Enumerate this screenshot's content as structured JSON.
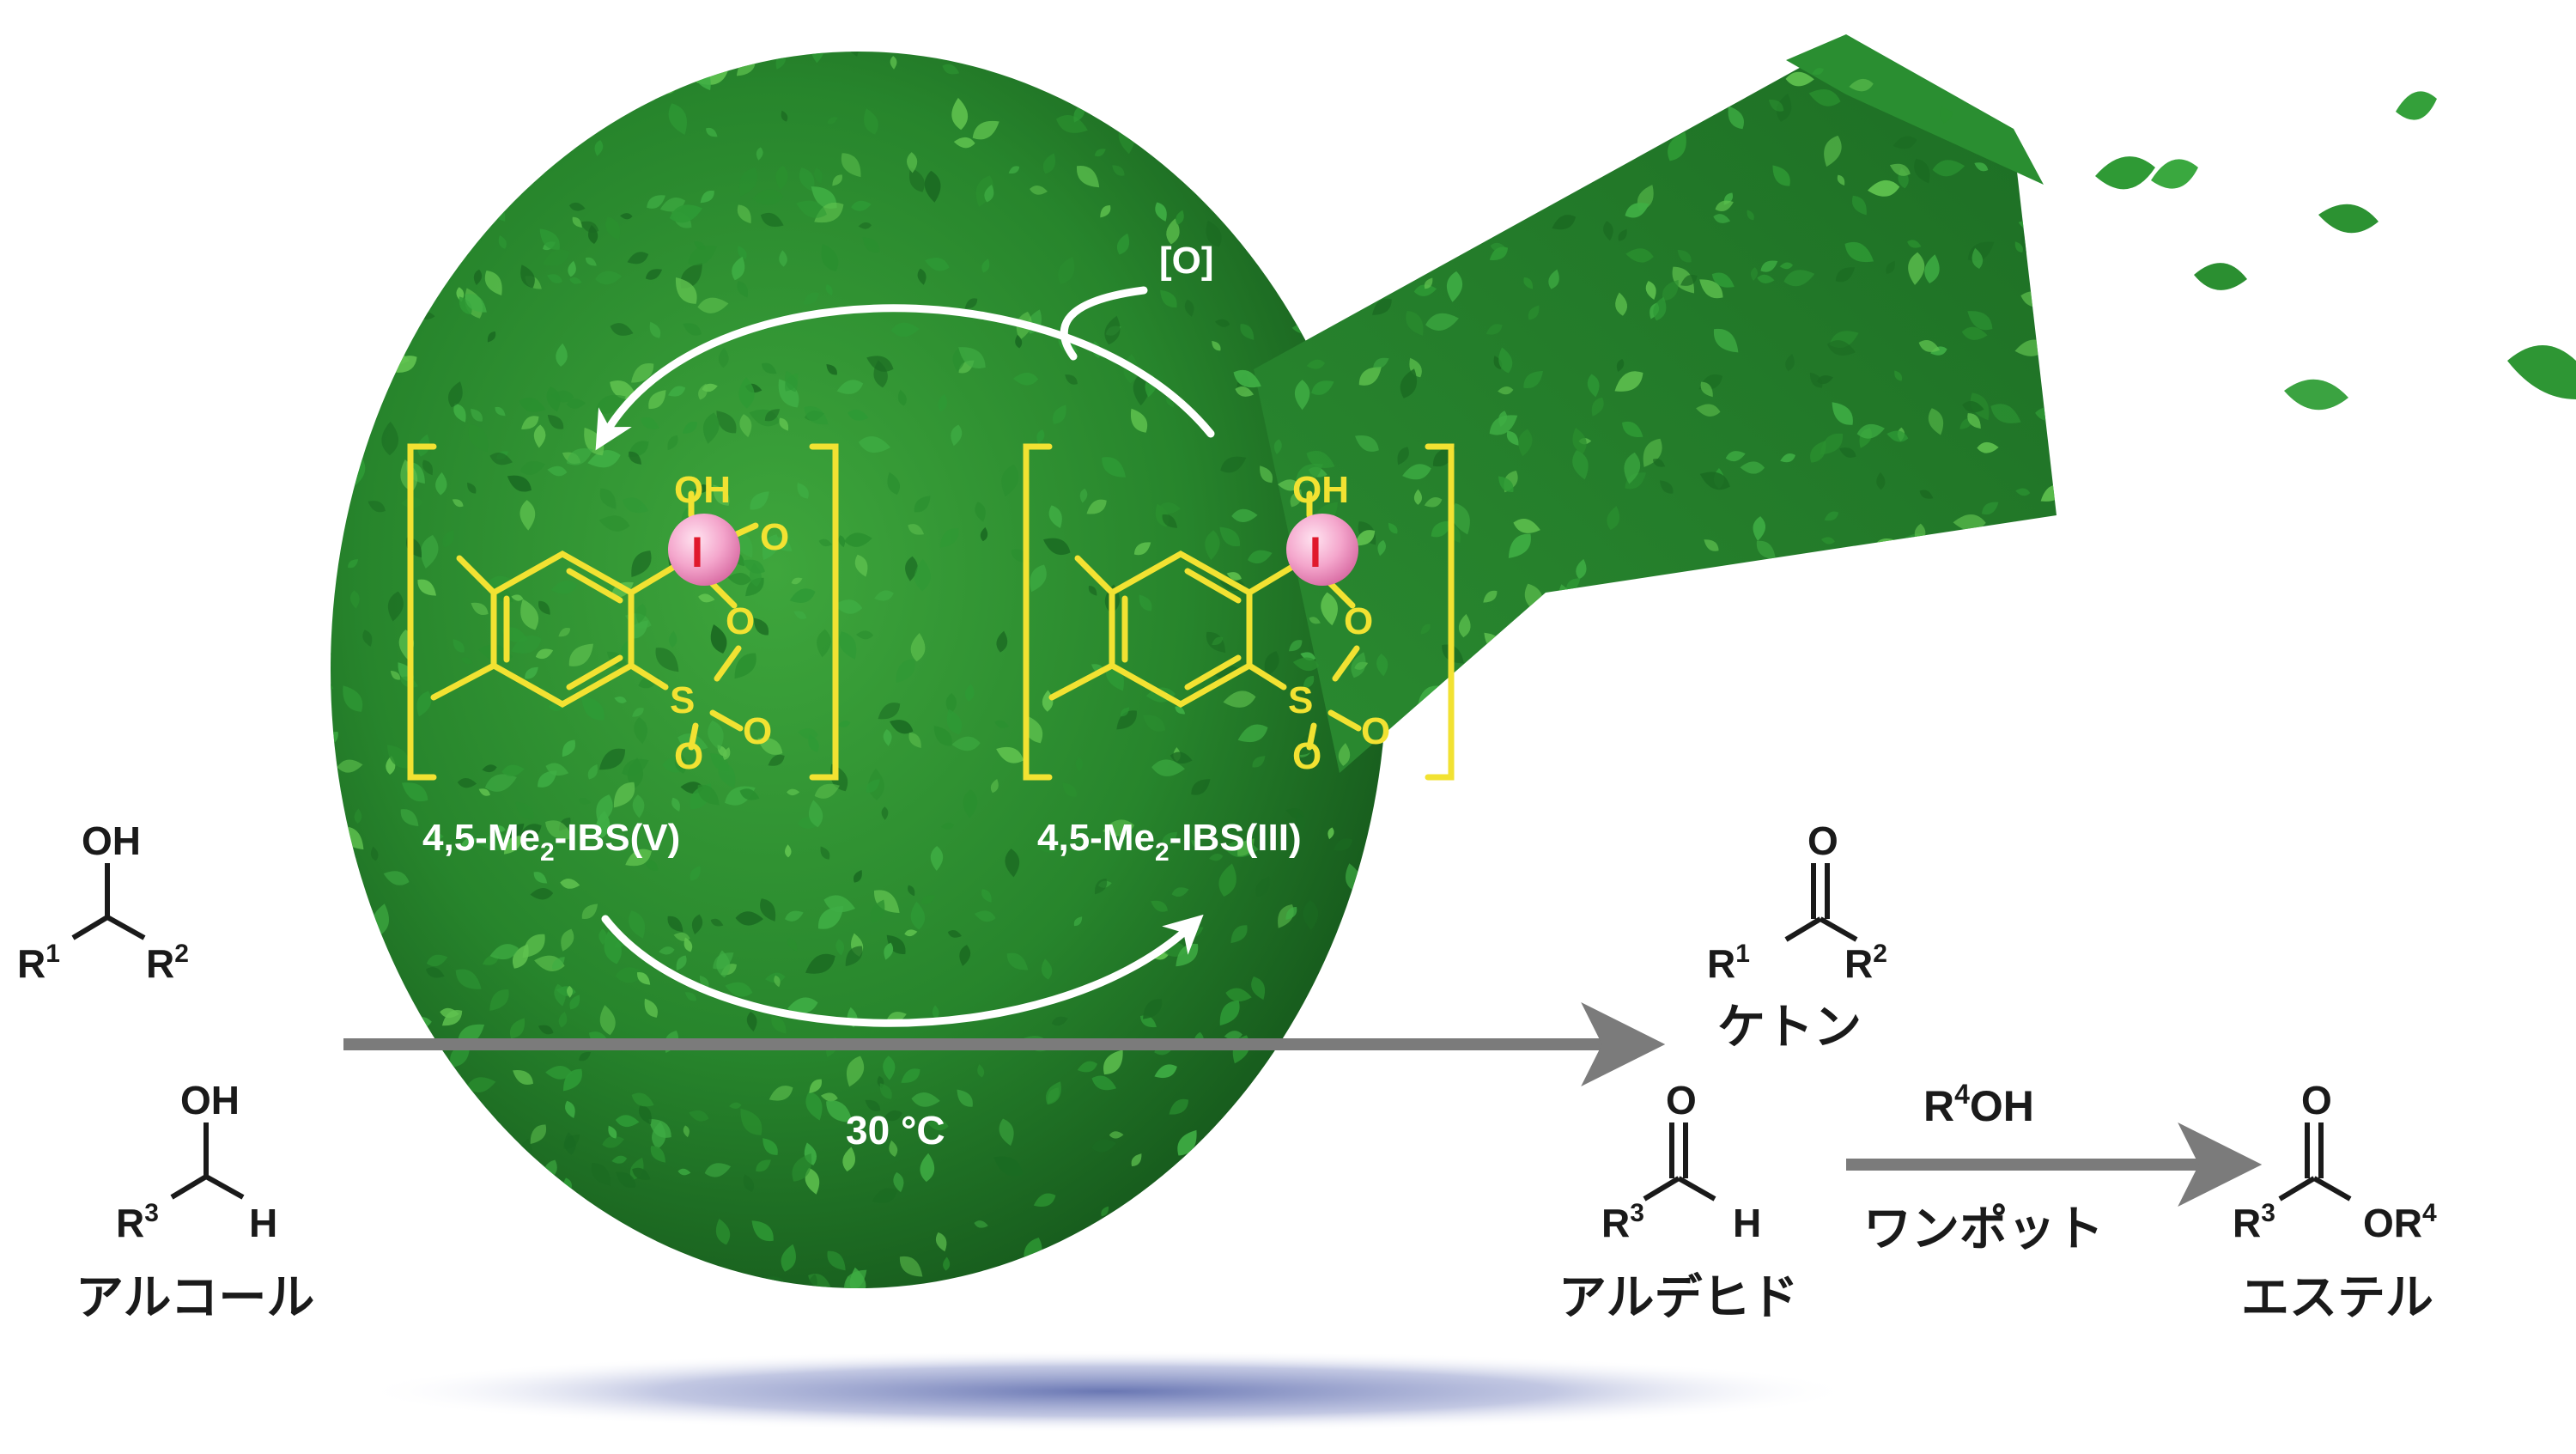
{
  "cycle": {
    "oxidant": "[O]",
    "catalyst_v": "4,5-Me",
    "catalyst_v_suffix": "-IBS(V)",
    "catalyst_iii": "4,5-Me",
    "catalyst_iii_suffix": "-IBS(III)",
    "subscript_2": "2",
    "iodine": "I",
    "oh": "OH",
    "o": "O",
    "s": "S"
  },
  "reaction": {
    "condition": "30 °C",
    "onepot_reagent": "R",
    "onepot_reagent_sup": "4",
    "onepot_reagent_tail": "OH",
    "onepot_label": "ワンポット"
  },
  "substrates": {
    "oh": "OH",
    "r": "R",
    "h": "H",
    "sup1": "1",
    "sup2": "2",
    "sup3": "3",
    "label": "アルコール"
  },
  "products": {
    "o": "O",
    "r": "R",
    "h": "H",
    "sup1": "1",
    "sup2": "2",
    "sup3": "3",
    "sup4": "4",
    "or": "OR",
    "ketone_label": "ケトン",
    "aldehyde_label": "アルデヒド",
    "ester_label": "エステル"
  },
  "colors": {
    "leaf_dark": "#1b6b22",
    "leaf_mid": "#2e9a35",
    "leaf_light": "#5fc24f",
    "structure": "#f2e232",
    "iodine_sphere": "#f4a6cc",
    "iodine_text": "#e0182c",
    "arrow_gray": "#7b7b7b",
    "shadow": "#5d6aa8"
  },
  "icons": [
    "leaf-flask-icon",
    "falling-leaf-icon",
    "iodine-sphere-icon"
  ]
}
